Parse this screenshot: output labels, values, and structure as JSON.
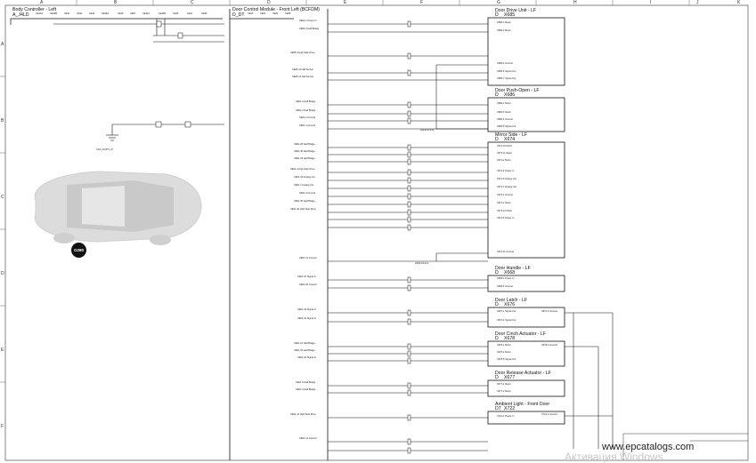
{
  "grid": {
    "cols": [
      "A",
      "B",
      "C",
      "D",
      "E",
      "F",
      "G",
      "H",
      "I",
      "J",
      "K"
    ],
    "rows": [
      "A",
      "B",
      "C",
      "D",
      "E",
      "F"
    ]
  },
  "bcm": {
    "title": "Body Controller - Left",
    "code": "A_J4LD",
    "connectors": [
      "XE40A",
      "XE40B",
      "XE41",
      "XE32",
      "XE44",
      "XE48A",
      "XE49",
      "XE57",
      "XE44A",
      "XE44B",
      "XE45",
      "XE41",
      "XE48"
    ]
  },
  "dcm": {
    "title": "Door Control Module - Front Left (BCFDM)",
    "code": "D_DT",
    "connectors": [
      "XE60",
      "XE61",
      "XE62",
      "XE68"
    ]
  },
  "modules": [
    {
      "id": "drive",
      "title": "Door Drive Unit - LF",
      "code": "D",
      "conn": "X685"
    },
    {
      "id": "push",
      "title": "Door Push-Open - LF",
      "code": "D",
      "conn": "X686"
    },
    {
      "id": "mirror",
      "title": "Mirror Side - LF",
      "code": "D",
      "conn": "X674"
    },
    {
      "id": "handle",
      "title": "Door Handle - LF",
      "code": "D",
      "conn": "X668"
    },
    {
      "id": "latch",
      "title": "Door Latch - LF",
      "code": "D",
      "conn": "X676"
    },
    {
      "id": "cinch",
      "title": "Door Cinch Actuator - LF",
      "code": "D",
      "conn": "X678"
    },
    {
      "id": "release",
      "title": "Door Release Actuator - LF",
      "code": "D",
      "conn": "X677"
    },
    {
      "id": "ambient",
      "title": "Ambient Light - Front Door",
      "code": "D7",
      "conn": "X722"
    }
  ],
  "ground": {
    "label": "G280",
    "sub": "G340_IM16TS_LH"
  },
  "splices": [
    "ZZZ9-DC210",
    "ZZZ9-DC212"
  ],
  "watermark": {
    "site": "www.epcatalogs.com",
    "activate": "Активация Windows"
  },
  "pin_labels": [
    "XE62-1 Power In",
    "XE62-4 Half Bridge",
    "XE65-3 High Side Drive",
    "XE65-11 Hall Sensor",
    "XE65-14 Hall Sensor",
    "XE61-3 Half Bridge",
    "XE61-2 Half Bridge",
    "XE61-2 Ground",
    "XE61-1 Ground",
    "XE61-28 Half Bridge",
    "XE61-35 Half Bridge",
    "XE61-33 Half Bridge",
    "XE61-4 High Side Drive",
    "XE61-15 Analog Out",
    "XE61-7 Analog Out",
    "XE61-3 Ground",
    "XE61-30 Half Bridge",
    "XE61-40 High Side Drive",
    "XE61-12 Ground",
    "XE61-10 Signal In",
    "XE61-20 Ground",
    "XE61-33 Signal In",
    "XE61-31 Signal In",
    "XE61-12 Half Bridge",
    "XE61-16 Half Bridge",
    "XE61-22 Signal In",
    "XE61-9 Half Bridge",
    "XE61-3 Half Bridge",
    "XE61-13 High Side Drive",
    "XE61-14 Ground"
  ],
  "module_pins": [
    "X685-1 Motor",
    "X685-3 Motor",
    "X685-4 Ground",
    "X685-6 Signal Out",
    "X685-7 Signal Out",
    "X686-1 Motor",
    "X686-4 Motor",
    "X686-3 Ground",
    "X686-5 Signal Out",
    "X674-10 Motor",
    "X674-11 Motor",
    "X674-3 Motor",
    "X674-4 Power In",
    "X674-9 Analog Out",
    "X674-7 Analog Out",
    "X674-2 Ground",
    "X674-1 Motor",
    "X674-12 Motor",
    "X674-5 Power In",
    "X674-11 Ground",
    "X668-1 Power In",
    "X668-3 Ground",
    "X676-1 Signal Out",
    "X676-2 Signal Out",
    "X676-3 Ground",
    "X678-1 Motor",
    "X678-3 Motor",
    "X678-5 Signal Out",
    "X678-4 Ground",
    "X677-1 Motor",
    "X677-2 Motor",
    "X722-1 Power In",
    "X722-2 Ground"
  ]
}
